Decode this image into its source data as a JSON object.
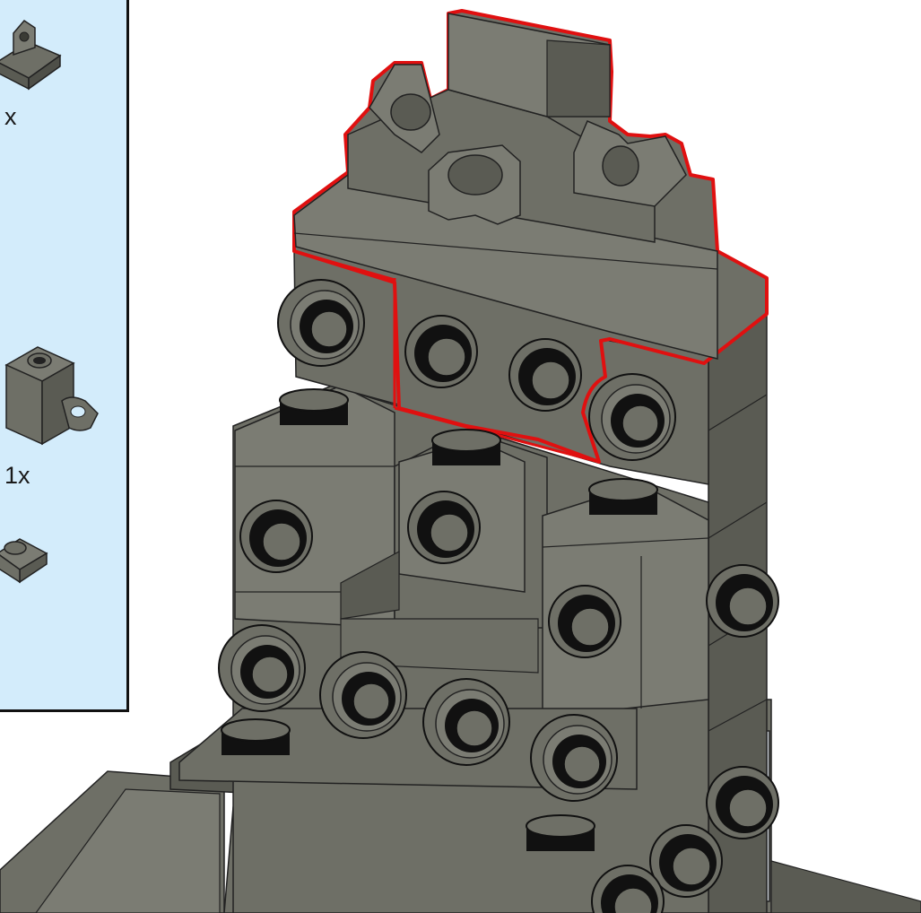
{
  "parts_panel": {
    "items": [
      {
        "quantity": "x",
        "icon": "plate-with-clips-icon"
      },
      {
        "quantity": "1x",
        "icon": "brick-with-clip-icon"
      },
      {
        "quantity": "",
        "icon": "plate-icon"
      }
    ]
  },
  "colors": {
    "panel_bg": "#d3ecfb",
    "brick_gray": "#6e6f66",
    "brick_light": "#7b7c73",
    "brick_dark": "#5a5b53",
    "highlight_outline": "#e01010",
    "stud_black": "#111111"
  },
  "model": {
    "highlighted_part": "new-part-outline"
  }
}
